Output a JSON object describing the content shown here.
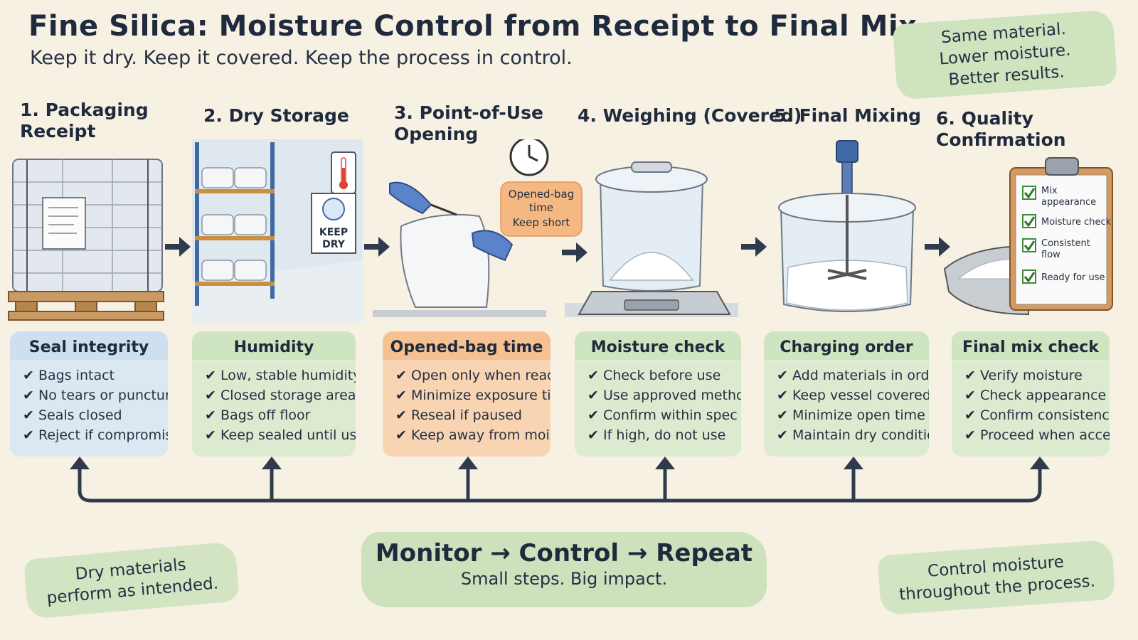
{
  "header": {
    "title": "Fine Silica: Moisture Control from Receipt to Final Mix",
    "subtitle": "Keep it dry. Keep it covered. Keep the process in control."
  },
  "top_note": [
    "Same material.",
    "Lower moisture.",
    "Better results."
  ],
  "steps": [
    {
      "title": "1.  Packaging\n     Receipt",
      "card_title": "Seal integrity",
      "items": [
        "Bags intact",
        "No tears or punctures",
        "Seals closed",
        "Reject if compromised"
      ]
    },
    {
      "title": "2.  Dry Storage",
      "card_title": "Humidity",
      "items": [
        "Low, stable humidity",
        "Closed storage area",
        "Bags off floor",
        "Keep sealed until use"
      ]
    },
    {
      "title": "3.  Point-of-Use\n     Opening",
      "card_title": "Opened-bag time",
      "items": [
        "Open only when ready",
        "Minimize exposure time",
        "Reseal if paused",
        "Keep away from moist air"
      ]
    },
    {
      "title": "4.  Weighing (Covered)",
      "card_title": "Moisture check",
      "items": [
        "Check before use",
        "Use approved method",
        "Confirm within spec",
        "If high, do not use"
      ]
    },
    {
      "title": "5.  Final Mixing",
      "card_title": "Charging order",
      "items": [
        "Add materials in order",
        "Keep vessel covered",
        "Minimize open time",
        "Maintain dry conditions"
      ]
    },
    {
      "title": "6.  Quality Confirmation",
      "card_title": "Final mix check",
      "items": [
        "Verify moisture",
        "Check appearance",
        "Confirm consistency",
        "Proceed when acceptable"
      ]
    }
  ],
  "storage_sign": [
    "KEEP",
    "DRY"
  ],
  "opened_bag_tag": [
    "Opened-bag",
    "time",
    "Keep short"
  ],
  "clipboard_items": [
    [
      "Mix",
      "appearance"
    ],
    [
      "Moisture check"
    ],
    [
      "Consistent",
      "flow"
    ],
    [
      "Ready for use"
    ]
  ],
  "banner": {
    "main": "Monitor → Control → Repeat",
    "sub": "Small steps. Big impact."
  },
  "bottom_left_note": [
    "Dry materials",
    "perform as intended."
  ],
  "bottom_right_note": [
    "Control moisture",
    "throughout the process."
  ],
  "colors": {
    "background": "#f7f1e3",
    "ink": "#253042",
    "card_blue": "#dbe8f2",
    "card_green": "#dcebd0",
    "card_orange": "#f8d4b2",
    "note_green": "#cfe3bf",
    "accent_orange": "#f5b882"
  },
  "icons": [
    "pallet-icon",
    "storage-shelf-icon",
    "thermometer-icon",
    "clock-icon",
    "gloved-hand-icon",
    "scissors-icon",
    "silica-bag-icon",
    "covered-scale-icon",
    "mixer-icon",
    "clipboard-icon",
    "checkbox-icon",
    "bowl-icon",
    "arrow-right-icon",
    "check-icon"
  ]
}
